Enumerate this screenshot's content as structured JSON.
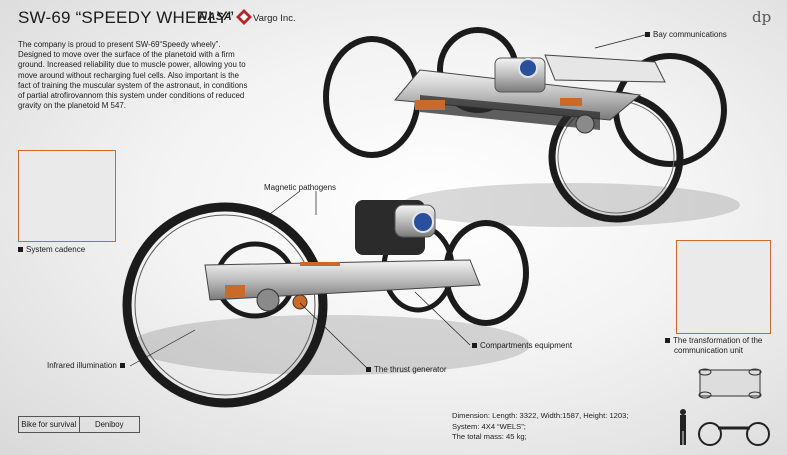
{
  "header": {
    "title": "SW-69  “SPEEDY WHEELY”",
    "nasa": "NASA",
    "vargo": "Vargo  Inc.",
    "logo_mark": "dp"
  },
  "intro": "The company is proud to present  SW-69“Speedy wheely”. Designed to move over the surface of the planetoid with a firm ground. Increased reliability due to muscle power, allowing you to move around without recharging fuel cells. Also important is the fact of training the muscular system of the astronaut, in conditions of partial atrofirovannom this system under conditions of reduced gravity on the planetoid M 547.",
  "labels": {
    "bay_communications": "Bay communications",
    "system_cadence": "System cadence",
    "magnetic_pathogens": "Magnetic pathogens",
    "compartments_equipment": "Compartments equipment",
    "infrared_illumination": "Infrared illumination",
    "thrust_generator": "The thrust generator",
    "transformation_line1": "The transformation of the",
    "transformation_line2": "communication unit"
  },
  "footer": {
    "left": "Bike for survival",
    "right": "Deniboy"
  },
  "specs": {
    "line1": "Dimension: Length: 3322, Width:1587, Height: 1203;",
    "line2": "System: 4X4 “WELS”;",
    "line3": "The total mass: 45 kg;"
  },
  "colors": {
    "accent": "#c96a2a",
    "nasa_blue": "#2a4f9c",
    "vargo_red": "#b3262a"
  }
}
